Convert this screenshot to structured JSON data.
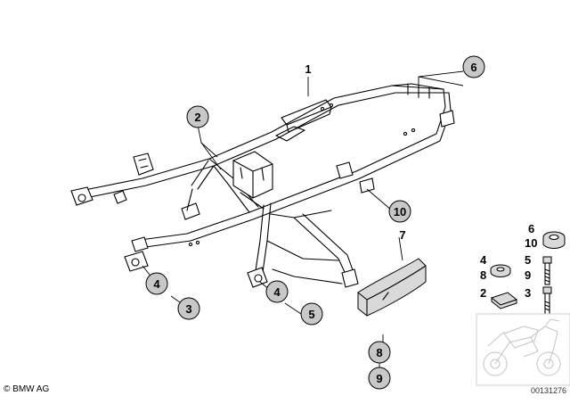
{
  "diagram": {
    "callouts": {
      "c1": "1",
      "c2": "2",
      "c6": "6",
      "c10": "10",
      "c7": "7",
      "c4a": "4",
      "c3": "3",
      "c4b": "4",
      "c5": "5",
      "c8": "8",
      "c9": "9"
    },
    "legend": {
      "r1a": "6",
      "r1b": "10",
      "r2a": "4",
      "r2b": "8",
      "r2c": "5",
      "r2d": "9",
      "r3a": "2",
      "r3b": "3"
    }
  },
  "footer": {
    "brand": "BMW AG",
    "code": "00131276"
  }
}
